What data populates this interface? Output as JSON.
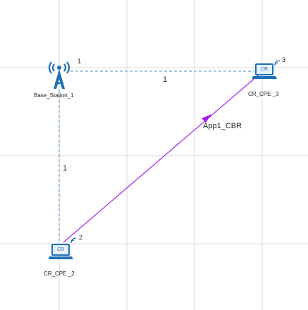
{
  "nodes": {
    "base_station": {
      "label": "Base_Station_1",
      "index": "1"
    },
    "cpe2": {
      "label": "CR_CPE _2",
      "index": "2",
      "badge": "CR"
    },
    "cpe3": {
      "label": "CR_CPE _3",
      "index": "3",
      "badge": "CR"
    }
  },
  "links": {
    "bs_cpe3": {
      "label": "1"
    },
    "bs_cpe2": {
      "label": "1"
    }
  },
  "application": {
    "label": "App1_CBR"
  },
  "colors": {
    "grid": "#d8d8d8",
    "link": "#4a8fc7",
    "app": "#a020f0",
    "icon": "#1f6fb5"
  }
}
